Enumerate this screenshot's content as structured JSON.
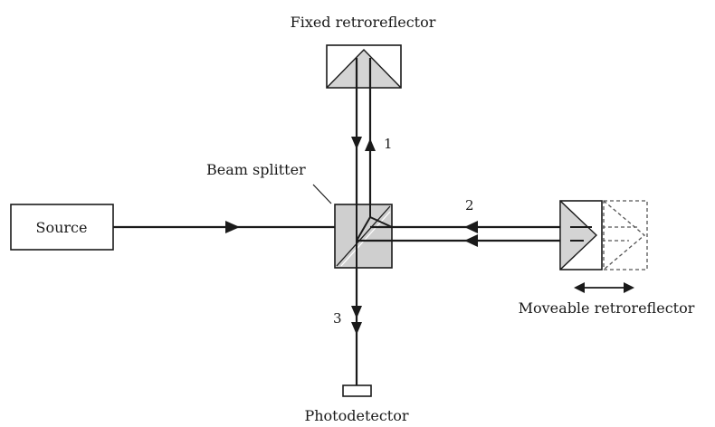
{
  "labels": {
    "fixed_retroreflector": "Fixed retroreflector",
    "beam_splitter": "Beam splitter",
    "source": "Source",
    "moveable_retroreflector": "Moveable retroreflector",
    "photodetector": "Photodetector"
  },
  "path_numbers": {
    "path_1": "1",
    "path_2": "2",
    "path_3": "3"
  },
  "colors": {
    "line": "#1a1a1a",
    "prism_fill": "#d4d4d4",
    "splitter_fill": "#cfcfcf",
    "dashed": "#555555"
  }
}
